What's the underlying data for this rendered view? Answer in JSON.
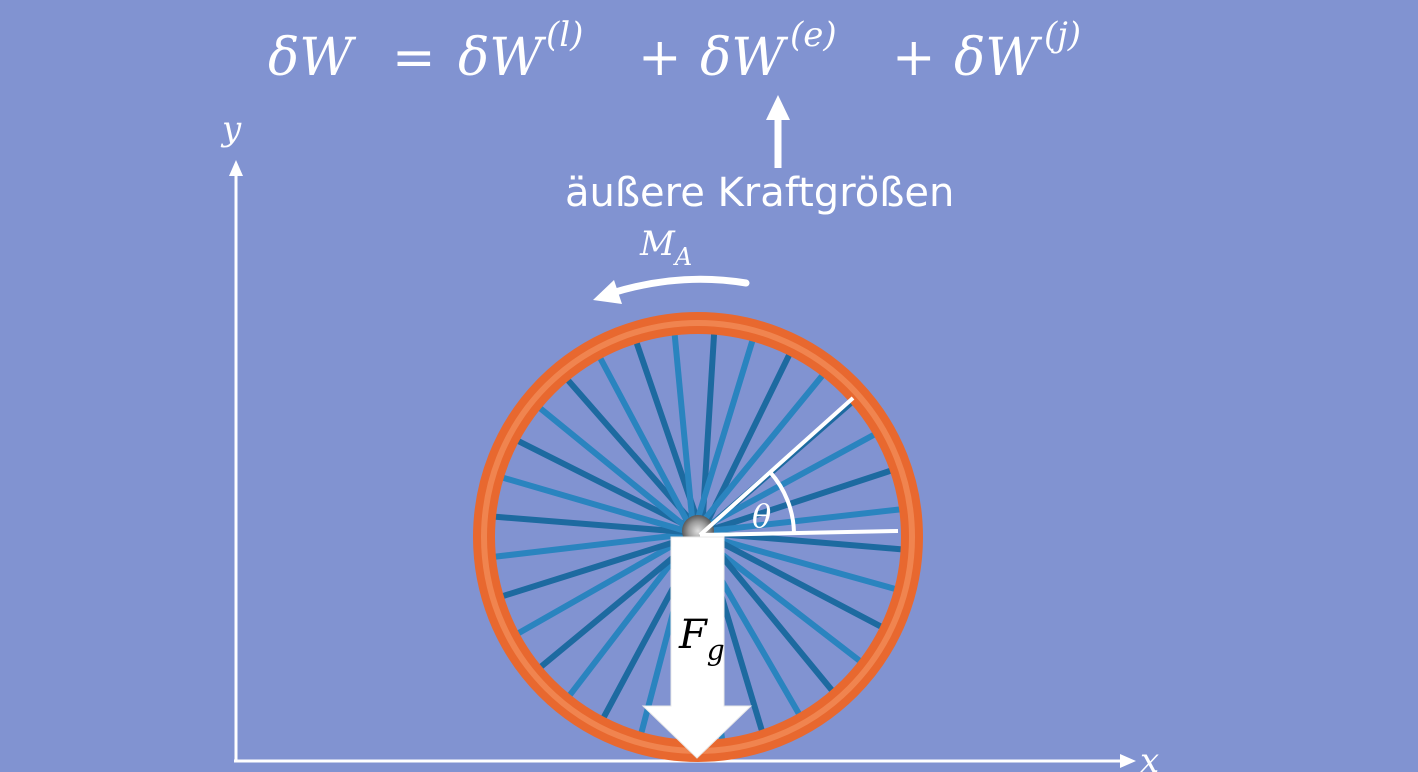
{
  "equation": {
    "lhs": "δW",
    "equals": "=",
    "plus": "+",
    "term_base": "δW",
    "term_l": "(l)",
    "term_e": "(e)",
    "term_j": "(j)"
  },
  "annotation": {
    "text": "äußere Kraftgrößen"
  },
  "labels": {
    "moment_symbol": "M",
    "moment_subscript": "A",
    "angle": "θ",
    "force_symbol": "F",
    "force_subscript": "g",
    "axis_x": "x",
    "axis_y": "y"
  },
  "colors": {
    "background": "#8193d1",
    "rim": "#f07a45",
    "spokes": "#1f6fa5",
    "hub": "#888888",
    "arrows": "#ffffff"
  },
  "wheel": {
    "spoke_count": 32
  }
}
